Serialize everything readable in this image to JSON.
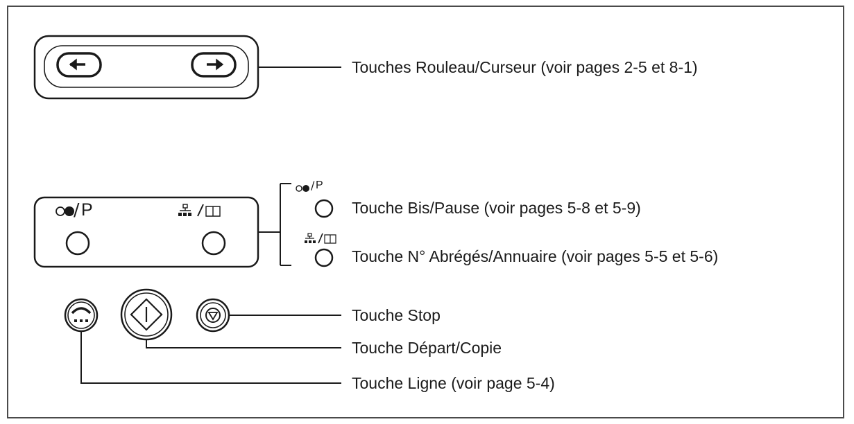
{
  "labels": {
    "scroll_cursor": "Touches Rouleau/Curseur (voir pages 2-5 et 8-1)",
    "redial_pause": "Touche Bis/Pause (voir pages 5-8 et 5-9)",
    "speed_dial_directory": "Touche N° Abrégés/Annuaire (voir pages 5-5 et 5-6)",
    "stop": "Touche Stop",
    "start_copy": "Touche Départ/Copie",
    "line": "Touche Ligne (voir page 5-4)"
  },
  "key_markings": {
    "redial_pause_p": "P",
    "redial_pause_p_small": "P"
  },
  "icons": {
    "left_arrow": "left-arrow-icon",
    "right_arrow": "right-arrow-icon",
    "redial": "redial-pause-icon",
    "speed_dial": "speed-dial-directory-icon",
    "line": "handset-line-icon",
    "start": "start-diamond-icon",
    "stop": "stop-icon"
  }
}
